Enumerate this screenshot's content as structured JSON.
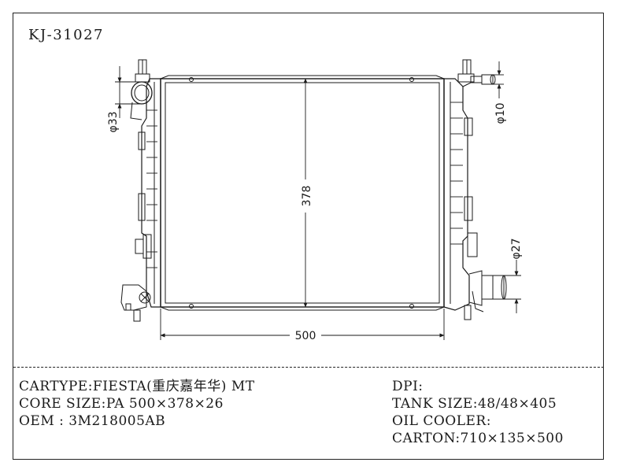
{
  "model_code": "KJ-31027",
  "dimensions": {
    "inlet_dia": "φ33",
    "height": "378",
    "width": "500",
    "cooler_dia": "φ10",
    "outlet_dia": "φ27"
  },
  "specs": {
    "cartype": "CARTYPE:FIESTA(重庆嘉年华) MT",
    "core_size": "CORE SIZE:PA 500×378×26",
    "oem": "OEM : 3M218005AB",
    "dpi": "DPI:",
    "tank_size": "TANK SIZE:48/48×405",
    "oil_cooler": "OIL COOLER:",
    "carton": "CARTON:710×135×500"
  }
}
